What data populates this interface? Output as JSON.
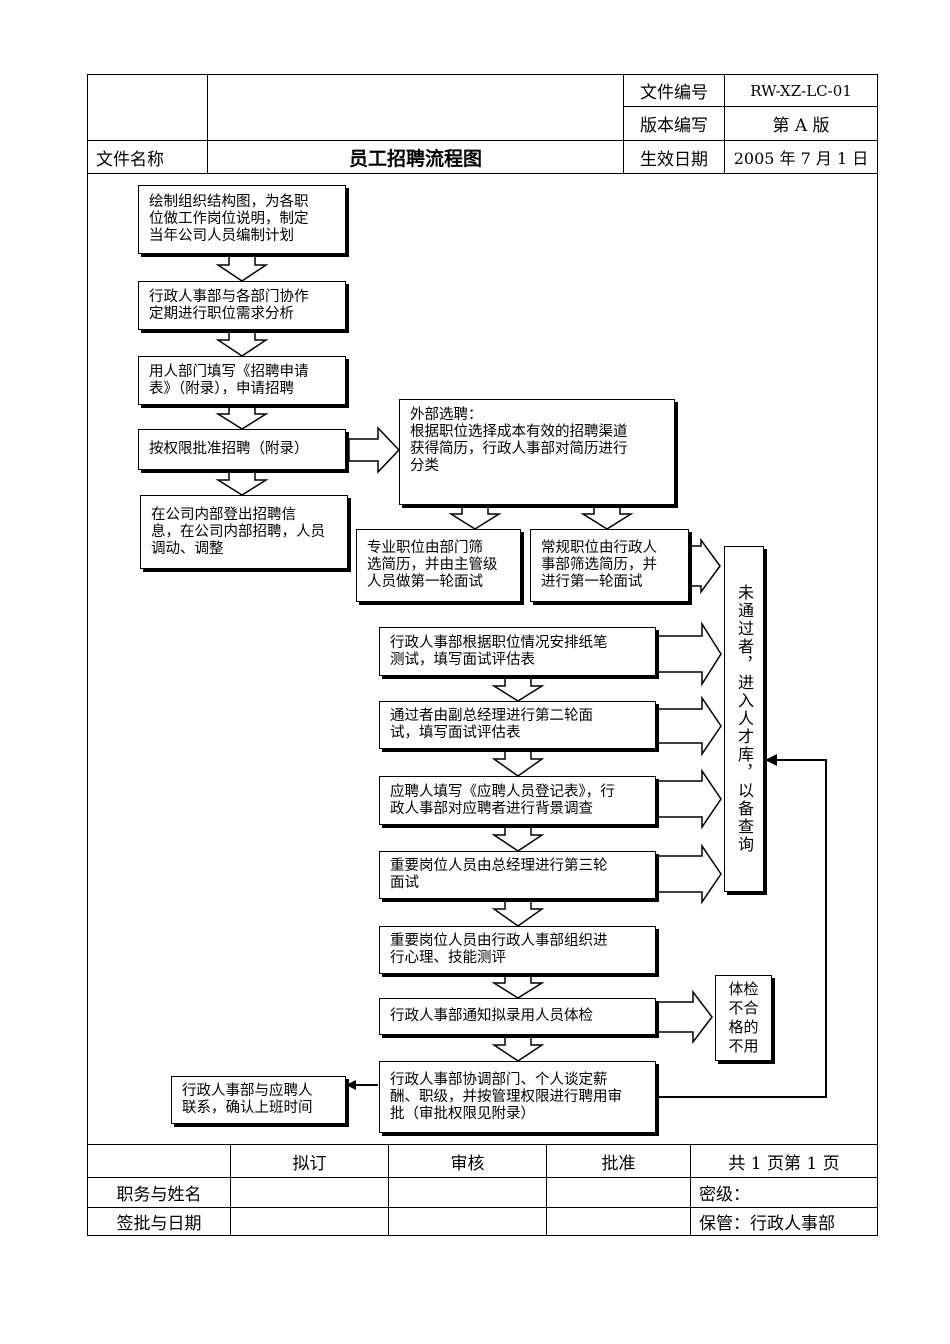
{
  "header": {
    "doc_no_label": "文件编号",
    "doc_no_value": "RW-XZ-LC-01",
    "version_label": "版本编写",
    "version_value": "第 A 版",
    "file_name_label": "文件名称",
    "file_name_value": "员工招聘流程图",
    "effective_date_label": "生效日期",
    "effective_date_value": "2005 年 7 月 1 日"
  },
  "flow": {
    "step1": [
      "绘制组织结构图，为各职",
      "位做工作岗位说明，制定",
      "当年公司人员编制计划"
    ],
    "step2": [
      "行政人事部与各部门协作",
      "定期进行职位需求分析"
    ],
    "step3": [
      "用人部门填写《招聘申请",
      "表》（附录），申请招聘"
    ],
    "step4": [
      "按权限批准招聘（附录）"
    ],
    "step5": [
      "在公司内部登出招聘信",
      "息，在公司内部招聘，人员",
      "调动、调整"
    ],
    "external": [
      "外部选聘：",
      "根据职位选择成本有效的招聘渠道",
      "获得简历，行政人事部对简历进行",
      "分类"
    ],
    "professional": [
      "专业职位由部门筛",
      "选简历，并由主管级",
      "人员做第一轮面试"
    ],
    "regular": [
      "常规职位由行政人",
      "事部筛选简历，并",
      "进行第一轮面试"
    ],
    "written_test": [
      "行政人事部根据职位情况安排纸笔",
      "测试，填写面试评估表"
    ],
    "second_interview": [
      "通过者由副总经理进行第二轮面",
      "试，填写面试评估表"
    ],
    "background": [
      "应聘人填写《应聘人员登记表》，行",
      "政人事部对应聘者进行背景调查"
    ],
    "third_interview": [
      "重要岗位人员由总经理进行第三轮",
      "面试"
    ],
    "psych_test": [
      "重要岗位人员由行政人事部组织进",
      "行心理、技能测评"
    ],
    "medical": [
      "行政人事部通知拟录用人员体检"
    ],
    "negotiate": [
      "行政人事部协调部门、个人谈定薪",
      "酬、职级，并按管理权限进行聘用审",
      "批（审批权限见附录）"
    ],
    "contact": [
      "行政人事部与应聘人",
      "联系，确认上班时间"
    ],
    "talent_pool": "未通过者，进入人才库，以备查询",
    "medical_fail": [
      "体检",
      "不合",
      "格的",
      "不用"
    ]
  },
  "footer": {
    "draft": "拟订",
    "review": "审核",
    "approve": "批准",
    "pages": "共 1 页第 1 页",
    "position_name": "职务与姓名",
    "sign_date": "签批与日期",
    "secret": "密级：",
    "custody": "保管：行政人事部"
  }
}
